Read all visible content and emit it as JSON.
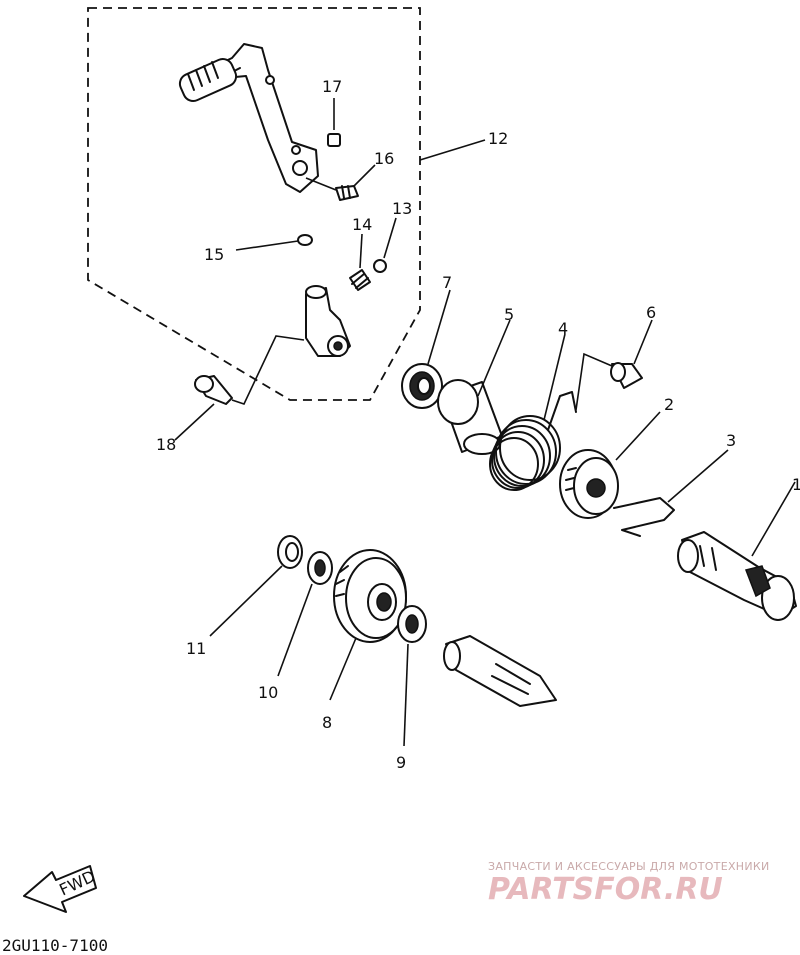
{
  "diagram": {
    "callouts": [
      "1",
      "2",
      "3",
      "4",
      "5",
      "6",
      "7",
      "8",
      "9",
      "10",
      "11",
      "12",
      "13",
      "14",
      "15",
      "16",
      "17",
      "18"
    ],
    "direction_arrow_text": "FWD",
    "part_code": "2GU110-7100"
  },
  "watermark": {
    "top_text": "ЗАПЧАСТИ И АКСЕССУАРЫ ДЛЯ МОТОТЕХНИКИ",
    "logo_text": "PARTSFOR.RU"
  }
}
